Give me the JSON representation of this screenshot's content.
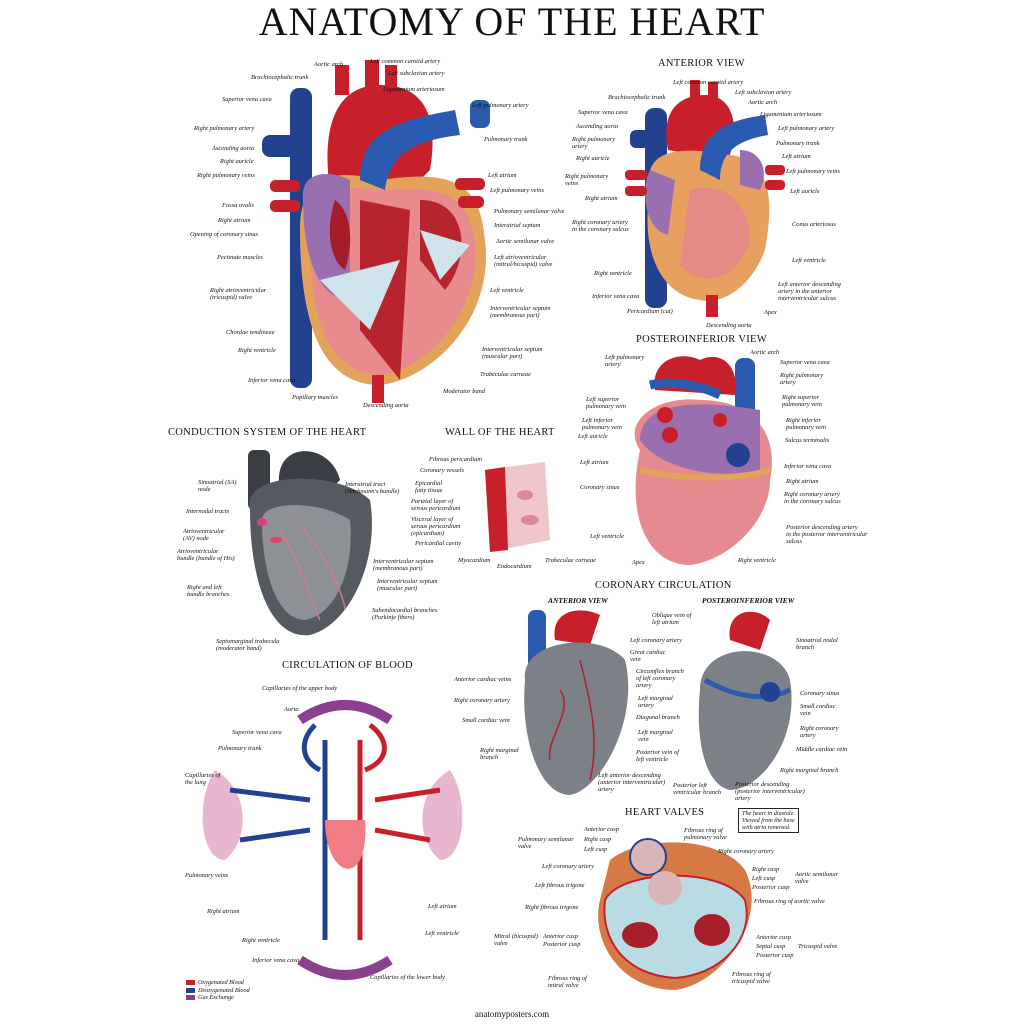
{
  "title": "ANATOMY OF THE HEART",
  "main": {
    "labels": [
      "Aortic arch",
      "Left common carotid artery",
      "Brachiocephalic trunk",
      "Left subclavian artery",
      "Ligamentum arteriosum",
      "Superior vena cava",
      "Left pulmonary artery",
      "Right pulmonary artery",
      "Pulmonary trunk",
      "Ascending aorta",
      "Right auricle",
      "Right pulmonary veins",
      "Left atrium",
      "Left pulmonary veins",
      "Fossa ovalis",
      "Pulmonary semilunar valve",
      "Right atrium",
      "Interatrial septum",
      "Opening of coronary sinus",
      "Aortic semilunar valve",
      "Pectinate muscles",
      "Left atrioventricular\n(mitral/bicuspid) valve",
      "Left ventricle",
      "Right atrioventricular\n(tricuspid) valve",
      "Interventricular septum\n(membranous part)",
      "Chordae tendineae",
      "Right ventricle",
      "Interventricular septum\n(muscular part)",
      "Trabeculae carneae",
      "Inferior vena cava",
      "Moderator band",
      "Papillary muscles",
      "Descending aorta"
    ]
  },
  "anterior": {
    "title": "ANTERIOR VIEW",
    "labels": [
      "Left common carotid artery",
      "Brachiocephalic trunk",
      "Left subclavian artery",
      "Aortic arch",
      "Superior vena cava",
      "Ligamentum arteriosum",
      "Ascending aorta",
      "Left pulmonary artery",
      "Right pulmonary\nartery",
      "Pulmonary trunk",
      "Left atrium",
      "Right auricle",
      "Right pulmonary\nveins",
      "Left pulmonary veins",
      "Left auricle",
      "Right atrium",
      "Right coronary artery\nin the coronary sulcus",
      "Conus arteriosus",
      "Left ventricle",
      "Right ventricle",
      "Left anterior descending\nartery in the anterior\ninterventricular sulcus",
      "Inferior vena cava",
      "Apex",
      "Pericardium (cut)",
      "Descending aorta"
    ]
  },
  "posterior": {
    "title": "POSTEROINFERIOR VIEW",
    "labels": [
      "Aortic arch",
      "Left pulmonary\nartery",
      "Superior vena cava",
      "Right pulmonary\nartery",
      "Left superior\npulmonary vein",
      "Right superior\npulmonary vein",
      "Left inferior\npulmonary vein",
      "Right inferior\npulmonary vein",
      "Left auricle",
      "Sulcus terminalis",
      "Left atrium",
      "Inferior vena cava",
      "Right atrium",
      "Coronary sinus",
      "Right coronary artery\nin the coronary sulcus",
      "Left ventricle",
      "Posterior descending artery\nin the posterior interventricular\nsulcus",
      "Apex",
      "Right ventricle"
    ]
  },
  "conduction": {
    "title": "CONDUCTION SYSTEM OF THE HEART",
    "labels": [
      "Sinoatrial (SA)\nnode",
      "Interatrial tract\n(Bachmann's bundle)",
      "Internodal tracts",
      "Atrioventricular\n(AV) node",
      "Atrioventricular\nbundle (bundle of His)",
      "Interventricular septum\n(membranous part)",
      "Interventricular septum\n(muscular part)",
      "Right and left\nbundle branches",
      "Subendocardial branches\n(Purkinje fibers)",
      "Septomarginal trabecula\n(moderator band)"
    ]
  },
  "wall": {
    "title": "WALL OF THE HEART",
    "labels": [
      "Fibrous pericardium",
      "Coronary vessels",
      "Epicardial\nfatty tissue",
      "Parietal layer of\nserous pericardium",
      "Visceral layer of\nserous pericardium\n(epicardium)",
      "Pericardial cavity",
      "Myocardium",
      "Endocardium",
      "Trabeculae carneae"
    ]
  },
  "circulation": {
    "title": "CIRCULATION OF BLOOD",
    "labels": [
      "Capillaries of the upper body",
      "Aorta",
      "Superior vena cava",
      "Pulmonary trunk",
      "Capillaries of\nthe lung",
      "Pulmonary veins",
      "Right atrium",
      "Right ventricle",
      "Inferior vena cava",
      "Capillaries of the lower body",
      "Left atrium",
      "Left ventricle"
    ],
    "legend": [
      {
        "label": "Oxygenated Blood",
        "color": "#c8202a"
      },
      {
        "label": "Deoxygenated Blood",
        "color": "#22418f"
      },
      {
        "label": "Gas Exchange",
        "color": "#8a3f8f"
      }
    ]
  },
  "coronary": {
    "title": "CORONARY CIRCULATION",
    "anterior_title": "ANTERIOR VIEW",
    "posterior_title": "POSTEROINFERIOR VIEW",
    "labels": [
      "Oblique vein of\nleft atrium",
      "Left coronary artery",
      "Great cardiac\nvein",
      "Anterior cardiac veins",
      "Circumflex branch\nof left coronary\nartery",
      "Right coronary artery",
      "Left marginal\nartery",
      "Small cardiac vein",
      "Diagonal branch",
      "Left marginal\nvein",
      "Right marginal\nbranch",
      "Posterior vein of\nleft ventricle",
      "Left anterior descending\n(anterior interventricular)\nartery",
      "Posterior left\nventricular branch",
      "Sinoatrial nodal\nbranch",
      "Coronary sinus",
      "Small cardiac\nvein",
      "Right coronary\nartery",
      "Middle cardiac vein",
      "Right marginal branch",
      "Posterior descending\n(posterior interventricular)\nartery"
    ]
  },
  "valves": {
    "title": "HEART VALVES",
    "note": "The heart in diastole.\nViewed from the base\nwith atria removed.",
    "labels": [
      "Pulmonary semilunar\nvalve",
      "Anterior cusp",
      "Right cusp",
      "Left cusp",
      "Fibrous ring of\npulmonary valve",
      "Right coronary artery",
      "Left coronary artery",
      "Right cusp",
      "Left cusp",
      "Posterior cusp",
      "Aortic semilunar\nvalve",
      "Left fibrous trigone",
      "Fibrous ring of aortic valve",
      "Right fibrous trigone",
      "Mitral (bicuspid)\nvalve",
      "Anterior cusp",
      "Posterior cusp",
      "Anterior cusp",
      "Septal cusp",
      "Posterior cusp",
      "Tricuspid valve",
      "Fibrous ring of\nmitral valve",
      "Fibrous ring of\ntricuspid valve"
    ]
  },
  "footer": "anatomyposters.com",
  "colors": {
    "artery": "#c8202a",
    "vein": "#22418f",
    "myocardium": "#e58a8f",
    "fat": "#e3a35a",
    "atrium": "#9a6fb0",
    "conduction": "#555a60"
  }
}
